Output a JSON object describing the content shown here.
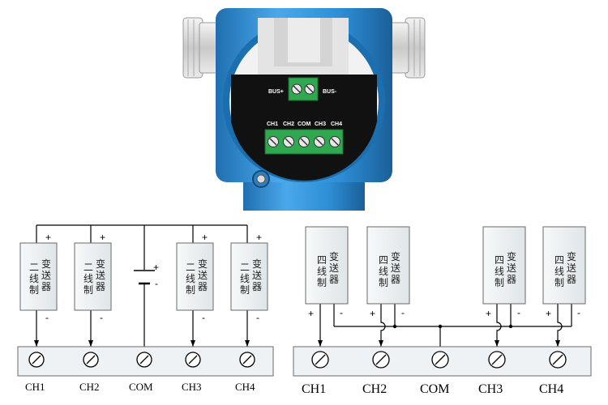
{
  "device": {
    "bus_plus": "BUS+",
    "bus_minus": "BUS-",
    "channels": [
      "CH1",
      "CH2",
      "COM",
      "CH3",
      "CH4"
    ]
  },
  "left_diagram": {
    "transmitter_text": [
      "二",
      "线",
      "制",
      "变",
      "送",
      "器"
    ],
    "terminals": [
      "CH1",
      "CH2",
      "COM",
      "CH3",
      "CH4"
    ],
    "plus": "+",
    "minus": "-"
  },
  "right_diagram": {
    "transmitter_text": [
      "四",
      "线",
      "制",
      "变",
      "送",
      "器"
    ],
    "terminals": [
      "CH1",
      "CH2",
      "COM",
      "CH3",
      "CH4"
    ],
    "plus": "+",
    "minus": "-"
  },
  "colors": {
    "housing_blue": "#2e8fd6",
    "terminal_green": "#2fa84f",
    "panel_black": "#111111",
    "box_fill": "#eef2f4"
  }
}
